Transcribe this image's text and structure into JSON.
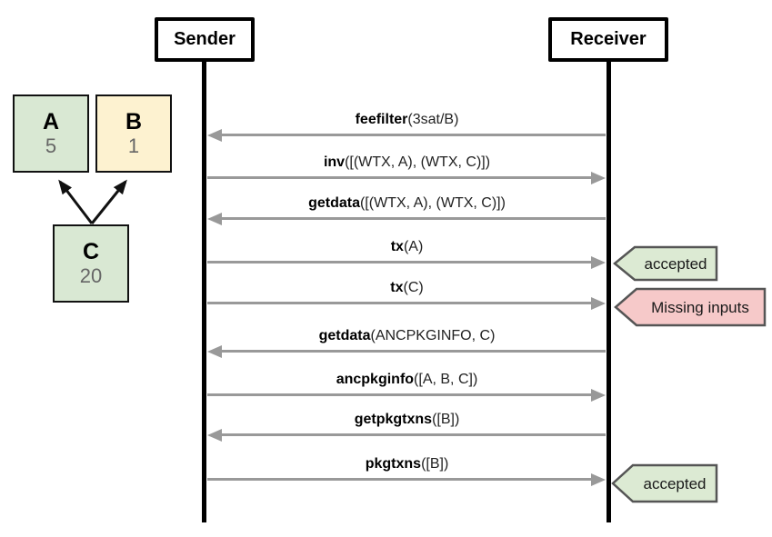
{
  "actors": [
    {
      "name": "Sender"
    },
    {
      "name": "Receiver"
    }
  ],
  "dag": {
    "nodes": [
      {
        "id": "A",
        "label": "A",
        "value": "5",
        "color": "#d9e8d3"
      },
      {
        "id": "B",
        "label": "B",
        "value": "1",
        "color": "#fdf2d0"
      },
      {
        "id": "C",
        "label": "C",
        "value": "20",
        "color": "#d9e8d3"
      }
    ],
    "edges": [
      {
        "from": "C",
        "to": "A"
      },
      {
        "from": "C",
        "to": "B"
      }
    ]
  },
  "messages": [
    {
      "name": "feefilter",
      "args": "(3sat/B)",
      "direction": "to-sender"
    },
    {
      "name": "inv",
      "args": "([(WTX, A), (WTX, C)])",
      "direction": "to-receiver"
    },
    {
      "name": "getdata",
      "args": "([(WTX, A), (WTX, C)])",
      "direction": "to-sender"
    },
    {
      "name": "tx",
      "args": "(A)",
      "direction": "to-receiver",
      "result": "accepted"
    },
    {
      "name": "tx",
      "args": "(C)",
      "direction": "to-receiver",
      "result": "Missing inputs"
    },
    {
      "name": "getdata",
      "args": "(ANCPKGINFO, C)",
      "direction": "to-sender"
    },
    {
      "name": "ancpkginfo",
      "args": "([A, B, C])",
      "direction": "to-receiver"
    },
    {
      "name": "getpkgtxns",
      "args": "([B])",
      "direction": "to-sender"
    },
    {
      "name": "pkgtxns",
      "args": "([B])",
      "direction": "to-receiver",
      "result": "accepted"
    }
  ],
  "result_tags": [
    {
      "label": "accepted",
      "status": "success",
      "color": "#dcead3"
    },
    {
      "label": "Missing inputs",
      "status": "error",
      "color": "#f6c9c9"
    },
    {
      "label": "accepted",
      "status": "success",
      "color": "#dcead3"
    }
  ],
  "colors": {
    "lifeline": "#000000",
    "message_arrow": "#999999",
    "tag_border": "#555555",
    "node_border": "#111111",
    "node_value_text": "#666666"
  }
}
